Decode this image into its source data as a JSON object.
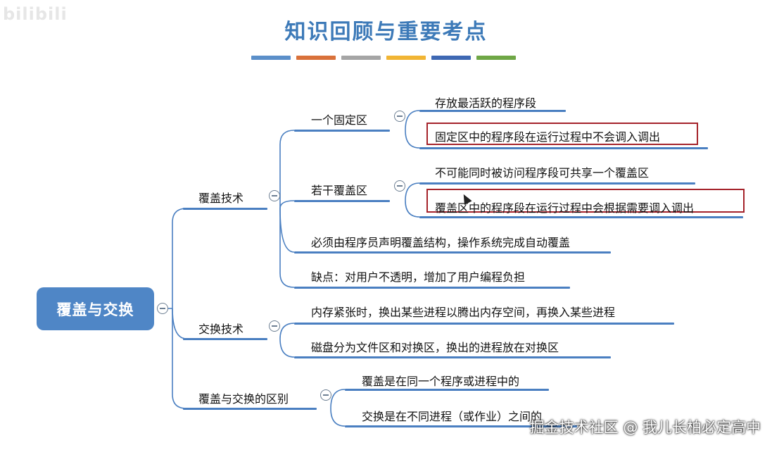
{
  "watermark": "bilibili",
  "title": "知识回顾与重要考点",
  "title_bar_colors": [
    "#5b8fc9",
    "#d9713a",
    "#a5a5a5",
    "#f1b534",
    "#3e68b3",
    "#6fa746"
  ],
  "root": "覆盖与交换",
  "branches": {
    "overlay": {
      "label": "覆盖技术",
      "fixed": {
        "label": "一个固定区",
        "items": [
          "存放最活跃的程序段",
          "固定区中的程序段在运行过程中不会调入调出"
        ]
      },
      "several": {
        "label": "若干覆盖区",
        "items": [
          "不可能同时被访问程序段可共享一个覆盖区",
          "覆盖区中的程序段在运行过程中会根据需要调入调出"
        ]
      },
      "declare": "必须由程序员声明覆盖结构，操作系统完成自动覆盖",
      "drawback": "缺点：对用户不透明，增加了用户编程负担"
    },
    "swap": {
      "label": "交换技术",
      "items": [
        "内存紧张时，换出某些进程以腾出内存空间，再换入某些进程",
        "磁盘分为文件区和对换区，换出的进程放在对换区"
      ]
    },
    "diff": {
      "label": "覆盖与交换的区别",
      "items": [
        "覆盖是在同一个程序或进程中的",
        "交换是在不同进程（或作业）之间的"
      ]
    }
  },
  "source_credit": "掘金技术社区 @ 我儿长柏必定高中",
  "accent": "#4a7fc1",
  "highlight_color": "#a5232b"
}
